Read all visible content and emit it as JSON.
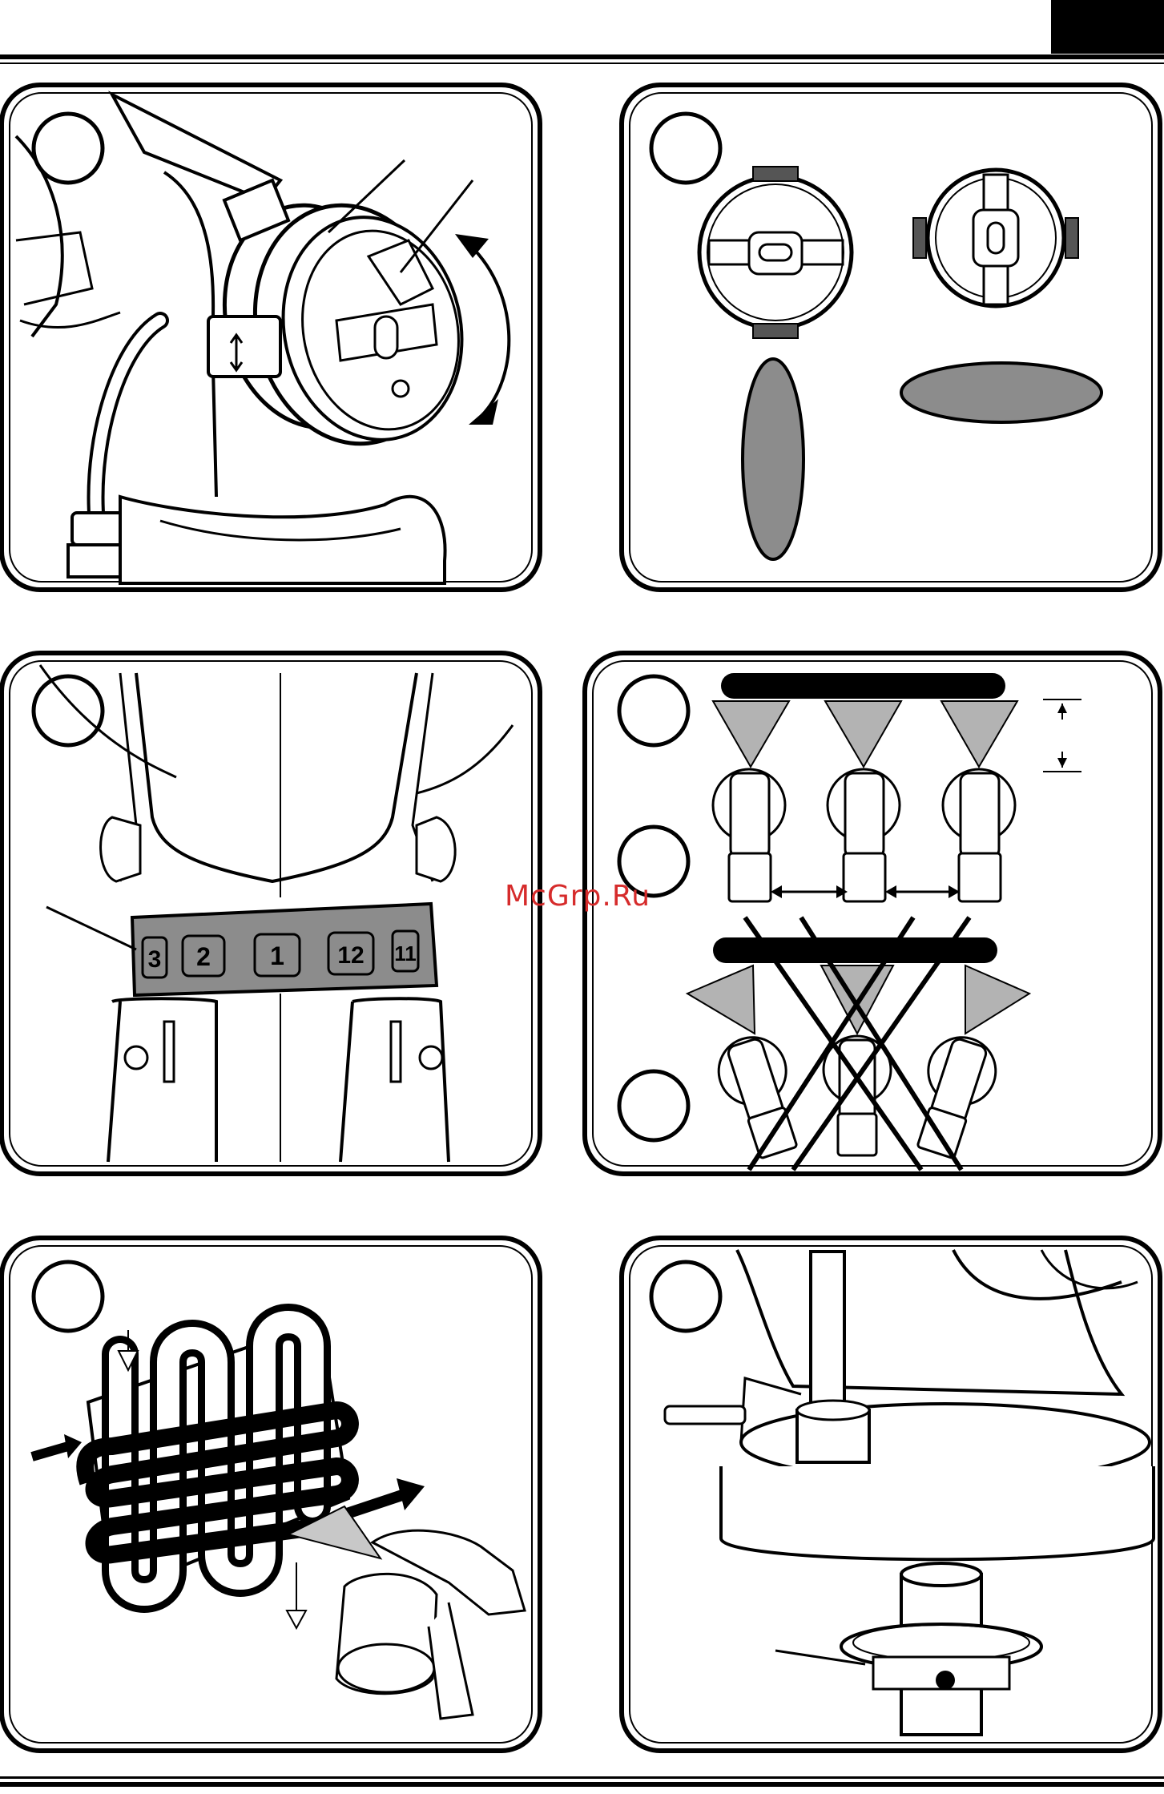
{
  "watermark": {
    "text": "McGrp.Ru"
  },
  "panel3": {
    "dial_labels": [
      "3",
      "2",
      "1",
      "12",
      "11"
    ]
  },
  "colors": {
    "line": "#000000",
    "fill_gray": "#8c8c8c",
    "watermark": "#d62b2b"
  },
  "icons": [
    "rotate-arrow-icon",
    "double-arrow-icon",
    "cross-mark-icon",
    "spray-cone-icon"
  ]
}
